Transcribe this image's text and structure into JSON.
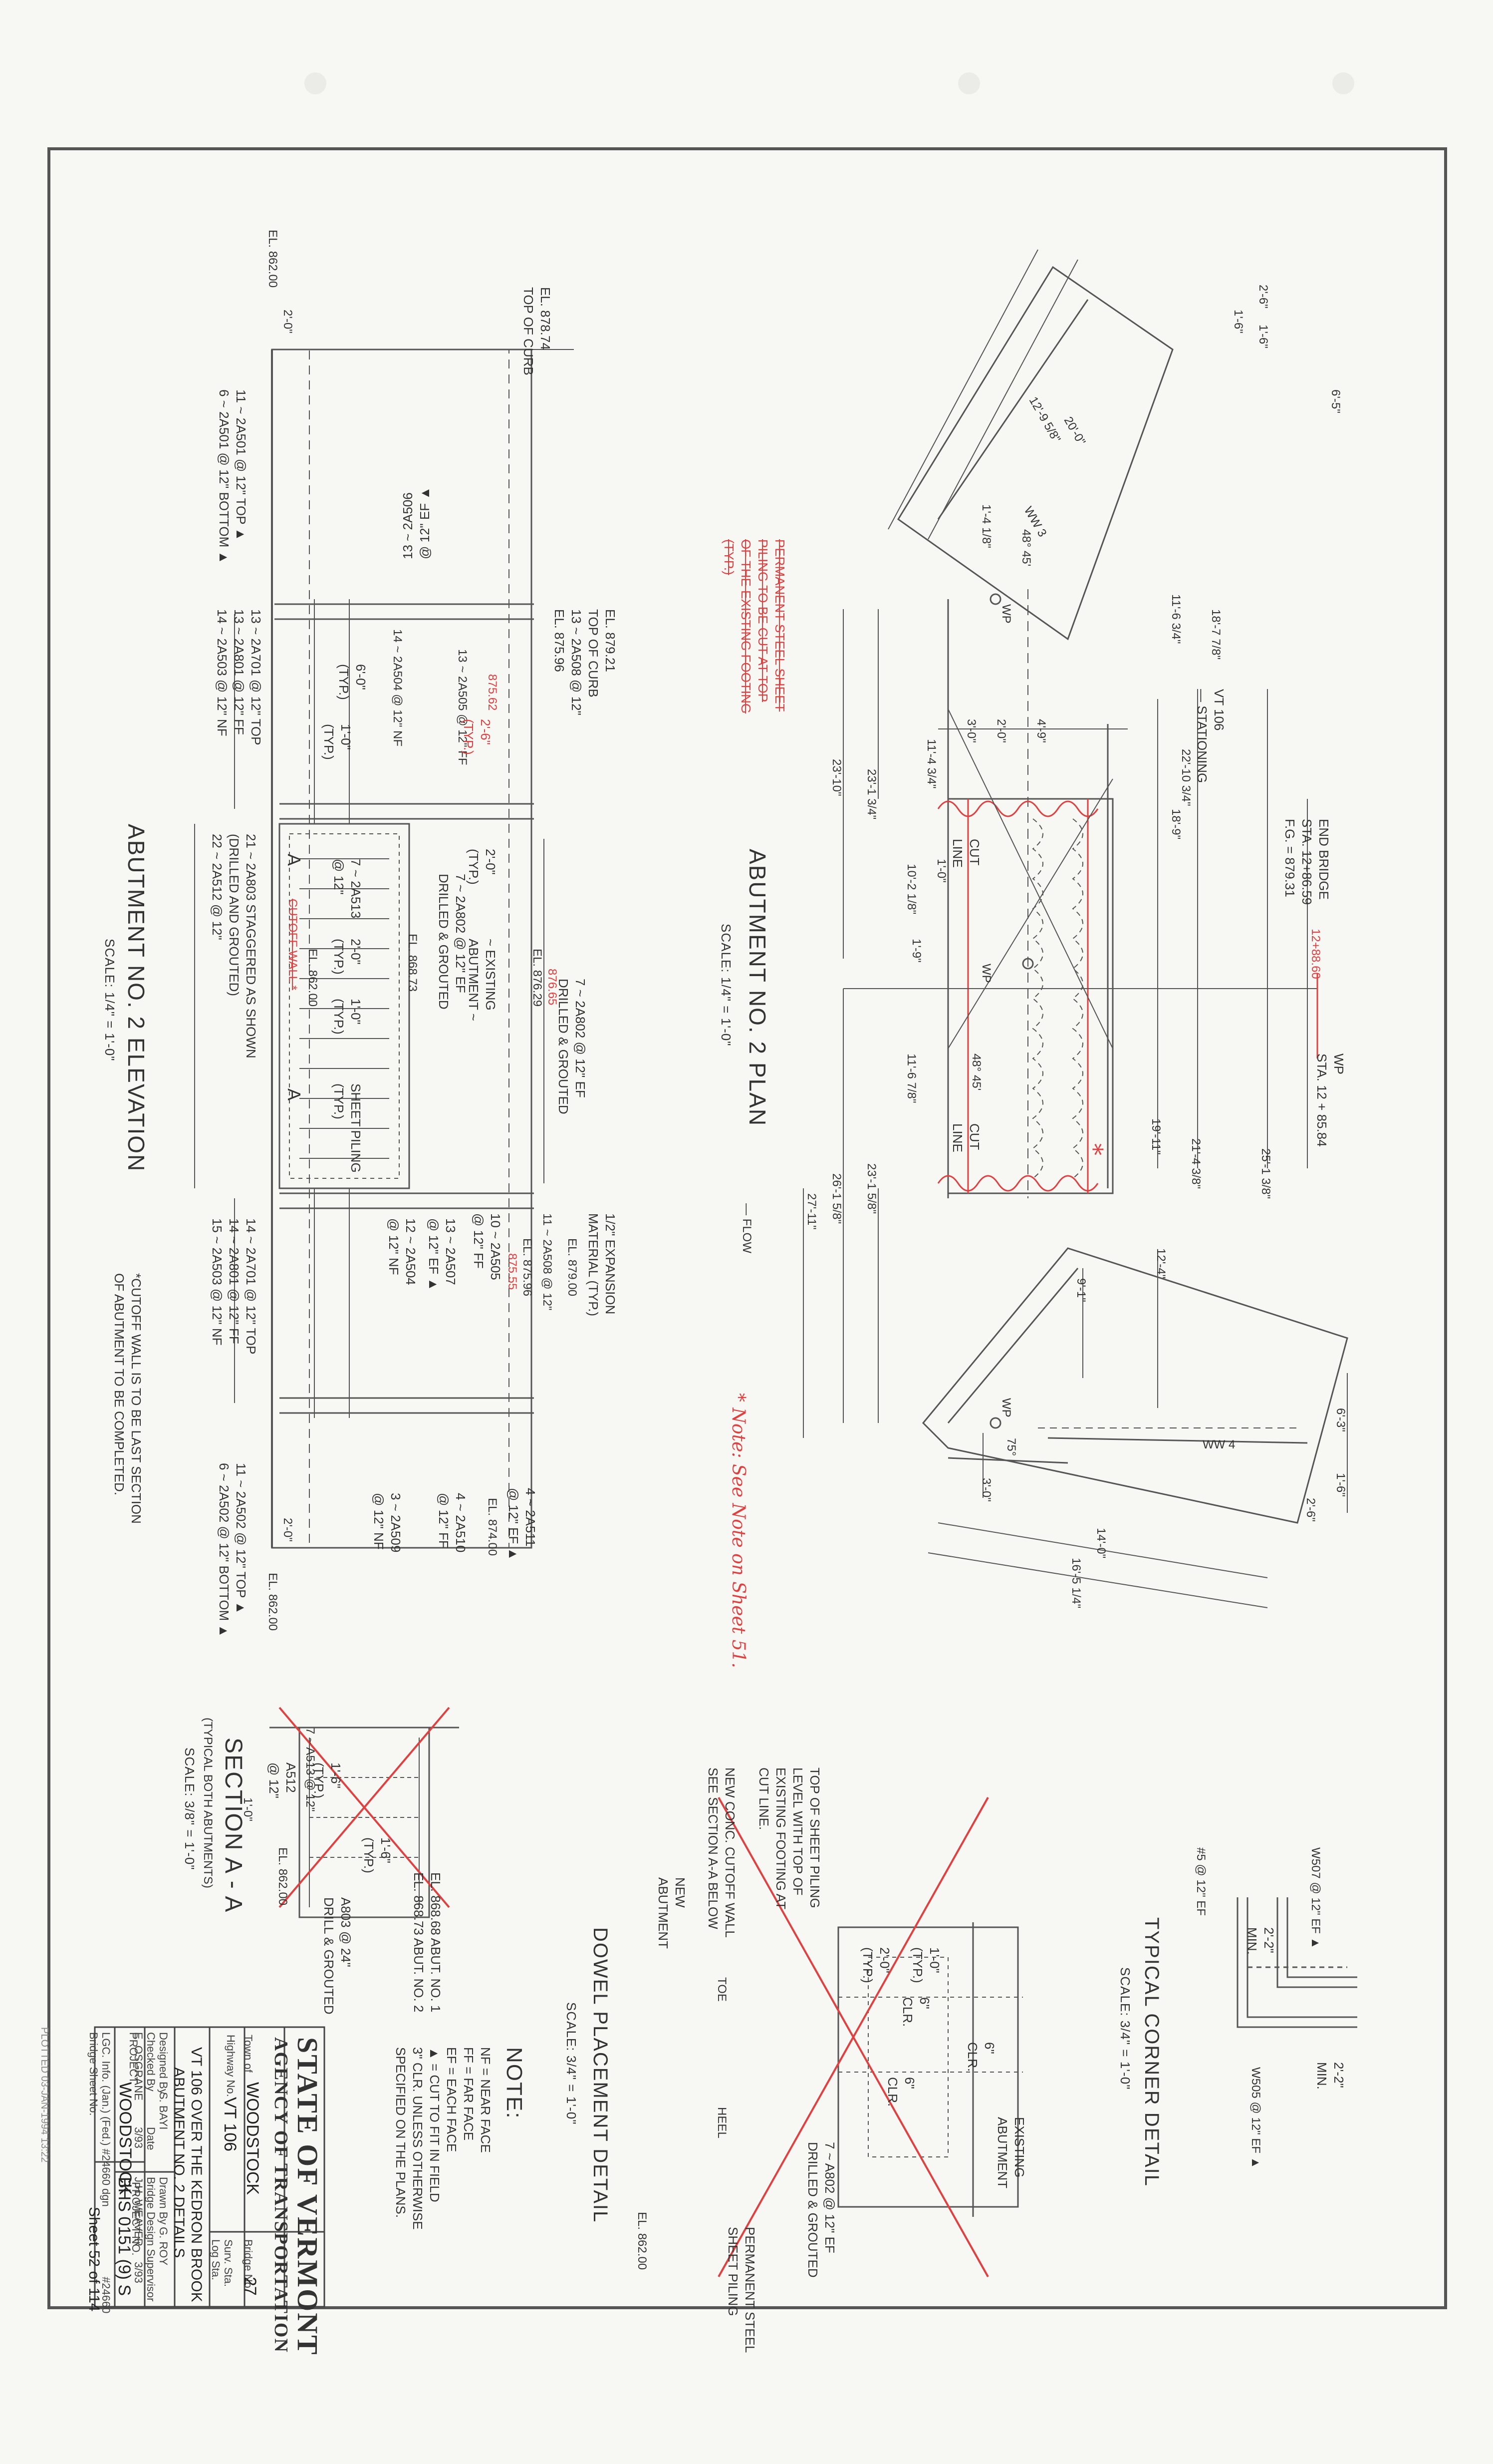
{
  "plan": {
    "title": "ABUTMENT NO. 2 PLAN",
    "scale": "SCALE: 1/4\" = 1'-0\"",
    "red_note": "PERMANENT STEEL SHEET\nPILING TO BE CUT AT TOP\nOF THE EXISTING FOOTING\n(TYP.)",
    "end_bridge": "END BRIDGE\nSTA. 12+86.59\nF.G. = 879.31",
    "end_bridge_red": "12+88.60",
    "wp_station": "WP\nSTA. 12 + 85.84",
    "stationing": "VT 106\n— STATIONING",
    "ww3": "WW 3",
    "ww4": "WW 4",
    "wp": "WP",
    "cut_line": "CUT\nLINE",
    "angle": "48° 45'",
    "angle2": "75°",
    "flow": "— FLOW",
    "dims": [
      "2'-6\"",
      "1'-6\"",
      "1'-6\"",
      "6'-5\"",
      "20'-0\"",
      "12'-9 5/8\"",
      "1'-4 1/8\"",
      "18'-7 7/8\"",
      "11'-6 3/4\"",
      "22'-10 3/4\"",
      "18'-9\"",
      "3'-0\"",
      "2'-0\"",
      "4'-9\"",
      "11'-4 3/4\"",
      "23'-10\"",
      "23'-1 3/4\"",
      "10'-2 1/8\"",
      "1'-9\"",
      "1'-0\"",
      "11'-6 7/8\"",
      "23'-1 5/8\"",
      "26'-1 5/8\"",
      "27'-11\"",
      "19'-11\"",
      "21'-4 3/8\"",
      "25'-1 3/8\"",
      "12'-4\"",
      "9'-1\"",
      "6'-3\"",
      "1'-6\"",
      "2'-6\"",
      "3'-0\"",
      "14'-0\"",
      "16'-5 1/4\""
    ]
  },
  "elevation": {
    "title": "ABUTMENT NO. 2 ELEVATION",
    "scale": "SCALE: 1/4\" = 1'-0\"",
    "left_labels": [
      "EL. 878.74\nTOP OF CURB",
      "EL. 862.00",
      "2'-0\"",
      "11 ~ 2A501 @ 12\" TOP ▲\n6 ~ 2A501 @ 12\" BOTTOM ▲",
      "13 ~ 2A506\n@ 12\" EF ▲"
    ],
    "center_labels": [
      "EL. 879.21\nTOP OF CURB\n13 ~ 2A508 @ 12\"\nEL. 875.96",
      "875.62",
      "13 ~ 2A701 @ 12\" TOP\n13 ~ 2A801 @ 12\" FF\n14 ~ 2A503 @ 12\" NF",
      "14 ~ 2A504 @ 12\" NF",
      "13 ~ 2A505 @ 12\" FF",
      "6'-0\"\n(TYP.)",
      "1'-0\"\n(TYP.)",
      "2'-6\"\n(TYP.)",
      "2'-0\"\n(TYP.)",
      "7 ~ 2A802 @ 12\" EF\nDRILLED & GROUTED",
      "EL. 868.73",
      "~ EXISTING\nABUTMENT ~",
      "EL. 876.29",
      "876.65",
      "7 ~ 2A802 @ 12\" EF\nDRILLED & GROUTED",
      "7 ~ 2A513\n@ 12\"",
      "2'-0\"\n(TYP.)",
      "1'-0\"\n(TYP.)",
      "EL. 862.00",
      "SHEET PILING\n(TYP.)",
      "CUTOFF WALL *",
      "21 ~ 2A803 STAGGERED AS SHOWN\n(DRILLED AND GROUTED)\n22 ~ 2A512 @ 12\"",
      "A",
      "A"
    ],
    "right_labels": [
      "1/2\" EXPANSION\nMATERIAL (TYP.)",
      "EL. 879.00",
      "11 ~ 2A508 @ 12\"",
      "EL. 875.96",
      "875.55",
      "10 ~ 2A505\n@ 12\" FF",
      "13 ~ 2A507\n@ 12\" EF ▲",
      "12 ~ 2A504\n@ 12\" NF",
      "14 ~ 2A701 @ 12\" TOP\n14 ~ 2A801 @ 12\" FF\n15 ~ 2A503 @ 12\" NF",
      "4 ~ 2A511\n@ 12\" EF ▲",
      "EL. 874.00",
      "4 ~ 2A510\n@ 12\" FF",
      "3 ~ 2A509\n@ 12\" NF",
      "11 ~ 2A502 @ 12\" TOP ▲\n6 ~ 2A502 @ 12\" BOTTOM ▲",
      "2'-0\"",
      "EL. 862.00"
    ],
    "footnote": "*CUTOFF WALL IS TO BE LAST SECTION\nOF ABUTMENT TO BE COMPLETED."
  },
  "hand_note": "* Note: See Note on\nSheet 51.",
  "corner_detail": {
    "title": "TYPICAL CORNER DETAIL",
    "scale": "SCALE: 3/4\" = 1'-0\"",
    "labels": [
      "W507 @ 12\" EF ▲",
      "W505 @ 12\" EF ▲",
      "#5 @ 12\" EF",
      "2'-2\"\nMIN.",
      "2'-2\"\nMIN."
    ]
  },
  "dowel_detail": {
    "title": "DOWEL PLACEMENT DETAIL",
    "scale": "SCALE: 3/4\" = 1'-0\"",
    "labels": [
      "TOP OF SHEET PILING\nLEVEL WITH TOP OF\nEXISTING FOOTING AT\nCUT LINE.",
      "NEW CONC. CUTOFF WALL\nSEE SECTION A-A BELOW",
      "NEW\nABUTMENT",
      "TOE",
      "HEEL",
      "EXISTING\nABUTMENT",
      "6\"\nCLR.",
      "6\"\nCLR.",
      "1'-0\"\n(TYP.)",
      "2'-0\"\n(TYP.)",
      "6\"\nCLR.",
      "7 ~ A802 @ 12\" EF\nDRILLED & GROUTED",
      "EL. 862.00",
      "PERMANENT STEEL\nSHEET PILING"
    ]
  },
  "section_aa": {
    "title": "SECTION A - A",
    "subtitle": "(TYPICAL BOTH ABUTMENTS)",
    "scale": "SCALE: 3/8\" = 1'-0\"",
    "labels": [
      "7 ~ A513 @ 12\"",
      "1'-6\"\n(TYP.)",
      "A512\n@ 12\"",
      "1'-0\"",
      "EL. 862.00",
      "1'-6\"\n(TYP.)",
      "A803 @ 24\"\nDRILL & GROUTED",
      "EL. 868.68 ABUT. NO. 1\nEL. 868.73 ABUT. NO. 2"
    ]
  },
  "notes": {
    "title": "NOTE:",
    "lines": "NF = NEAR FACE\nFF = FAR FACE\nEF = EACH FACE\n▲ = CUT TO FIT IN FIELD\n3\" CLR. UNLESS OTHERWISE\nSPECIFIED ON THE PLANS."
  },
  "title_block": {
    "agency1": "STATE OF VERMONT",
    "agency2": "AGENCY OF TRANSPORTATION",
    "town_label": "Town of",
    "town": "WOODSTOCK",
    "bridge_label": "Bridge No.",
    "bridge": "27",
    "highway_label": "Highway No.",
    "highway": "VT 106",
    "survsta_label": "Surv. Sta.",
    "logsta_label": "Log Sta.",
    "desc1": "VT 106 OVER THE KEDRON BROOK",
    "desc2": "ABUTMENT NO. 2 DETAILS",
    "designed_label": "Designed By",
    "designed": "S. BAYI",
    "checked_label": "Checked By",
    "checked": "E. OSGRANE",
    "date_label": "Date",
    "date": "3/93",
    "drawn_label": "Drawn By",
    "drawn": "G. ROY",
    "supervisor_label": "Bridge Design Supervisor",
    "supervisor": "J.H. WEAVER",
    "date2": "3/93",
    "project_label": "PROJECT",
    "project": "WOODSTOCK",
    "project_no_label": "PROJECT NO.",
    "project_no": "BHS 0151 (9) S",
    "file": "LGC. Info. (Jan.) (Fed.) #24660 dgn",
    "sheet_label": "Bridge Sheet No.",
    "sheet": "Sheet 52 of 114",
    "number": "#24660"
  },
  "plotted": "PLOTTED 03-JAN-1994 13:22"
}
